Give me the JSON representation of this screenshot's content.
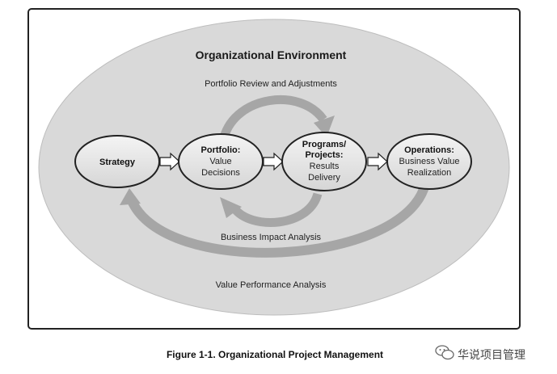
{
  "diagram": {
    "title": "Organizational Environment",
    "flows": {
      "portfolio_review": "Portfolio Review and Adjustments",
      "business_impact": "Business Impact Analysis",
      "value_performance": "Value Performance Analysis"
    },
    "nodes": {
      "strategy": {
        "title": "Strategy"
      },
      "portfolio": {
        "title": "Portfolio:",
        "line1": "Value",
        "line2": "Decisions"
      },
      "programs": {
        "title1": "Programs/",
        "title2": "Projects:",
        "line1": "Results",
        "line2": "Delivery"
      },
      "operations": {
        "title": "Operations:",
        "line1": "Business Value",
        "line2": "Realization"
      }
    }
  },
  "caption": "Figure 1-1. Organizational Project Management",
  "watermark": {
    "text": "华说项目管理",
    "icon": "wechat-icon"
  },
  "colors": {
    "environment_fill": "#d9d9d9",
    "node_fill": "#ececec",
    "cycle_arrow": "#a6a6a6",
    "border": "#222222"
  }
}
